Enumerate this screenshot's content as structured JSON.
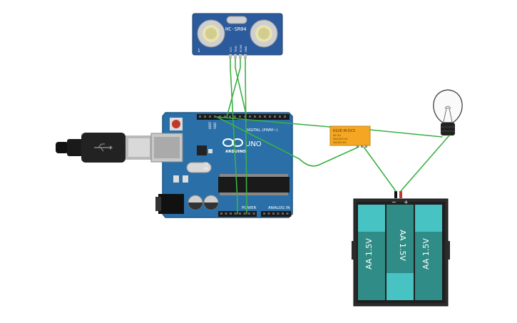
{
  "colors": {
    "board": "#2a6fa8",
    "board_dark": "#1d5686",
    "sensor": "#2b5b9c",
    "wire": "#3cb043",
    "relay": "#f5a623",
    "battery_case": "#2b2b2b",
    "battery_cell_top": "#47c3c3",
    "battery_cell": "#2f8c86",
    "bulb_base": "#222222"
  },
  "sensor": {
    "model": "HC-SR04",
    "pin_labels": [
      "VCC",
      "TRIG",
      "ECHO",
      "GND"
    ],
    "corner_label": "1"
  },
  "arduino": {
    "brand": "ARDUINO",
    "model": "UNO",
    "digital_label": "DIGITAL (PWM~)",
    "power_label": "POWER",
    "analog_label": "ANALOG IN",
    "tx_label": "TX",
    "rx_label": "RX",
    "aref_label": "AREF",
    "gnd_label": "GND",
    "icon": "infinity-logo-icon"
  },
  "relay": {
    "part": "KS2E-M-DC5",
    "spec_lines": [
      "DC 5V",
      "5A/125V AC",
      "3A/30V DC"
    ]
  },
  "battery": {
    "cells": [
      "AA 1.5V",
      "AA 1.5V",
      "AA 1.5V"
    ],
    "minus": "−",
    "plus": "+"
  },
  "bulb": {
    "icon": "light-bulb-icon"
  },
  "usb": {
    "icon": "usb-icon"
  }
}
